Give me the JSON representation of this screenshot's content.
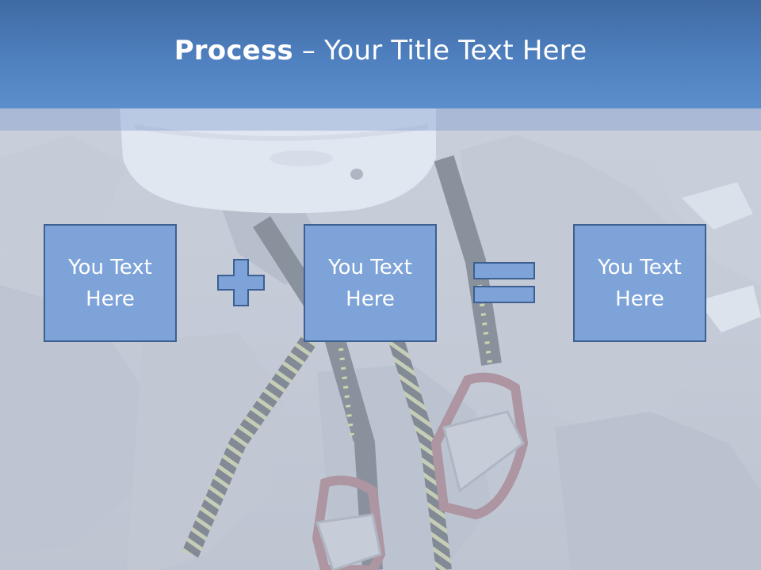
{
  "slide": {
    "title_bold": "Process",
    "title_rest": " – Your Title Text Here"
  },
  "process": {
    "boxes": [
      {
        "line1": "You Text",
        "line2": "Here"
      },
      {
        "line1": "You Text",
        "line2": "Here"
      },
      {
        "line1": "You Text",
        "line2": "Here"
      }
    ],
    "operators": [
      "plus-icon",
      "equals-icon"
    ]
  },
  "colors": {
    "title_bar": "#4f80bf",
    "box_fill": "#7ea3d8",
    "box_border": "#3d5f91",
    "text": "#ffffff"
  },
  "background": {
    "image": "climbing-gear-photo"
  }
}
